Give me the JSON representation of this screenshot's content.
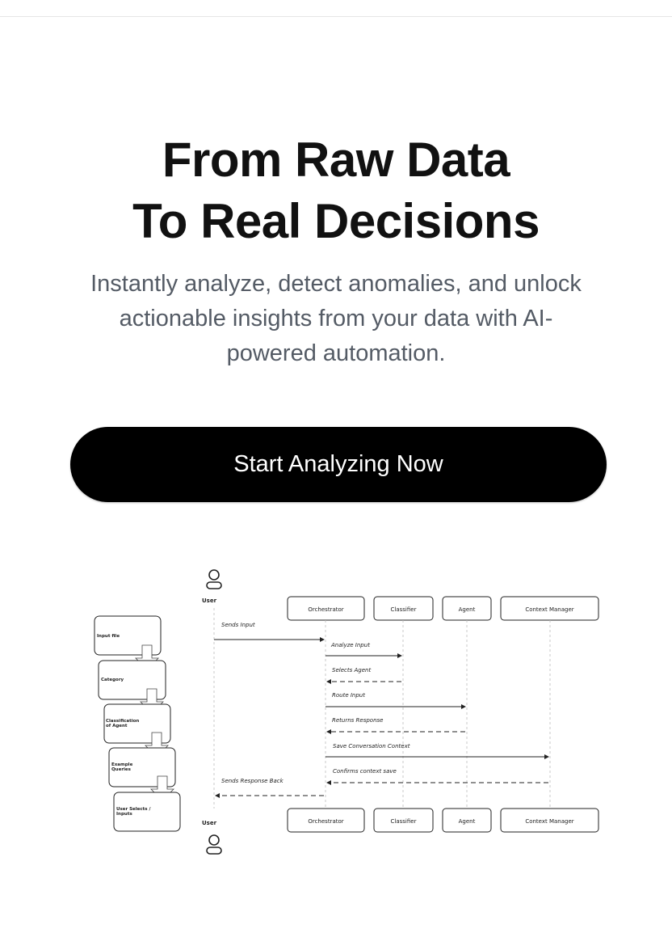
{
  "hero": {
    "title_line1": "From Raw Data",
    "title_line2": "To Real Decisions",
    "subtitle": "Instantly analyze, detect anomalies, and unlock actionable insights from your data with AI-powered automation."
  },
  "cta": {
    "label": "Start Analyzing Now"
  },
  "diagram": {
    "flow_steps": [
      "Input file",
      "Category",
      "Classification of Agent",
      "Example Queries",
      "User Selects / Inputs"
    ],
    "actors_top": [
      "User",
      "Orchestrator",
      "Classifier",
      "Agent",
      "Context Manager"
    ],
    "actors_bottom": [
      "User",
      "Orchestrator",
      "Classifier",
      "Agent",
      "Context Manager"
    ],
    "messages": [
      "Sends Input",
      "Analyze Input",
      "Selects Agent",
      "Route Input",
      "Returns Response",
      "Save Conversation Context",
      "Confirms context save",
      "Sends Response Back"
    ]
  }
}
